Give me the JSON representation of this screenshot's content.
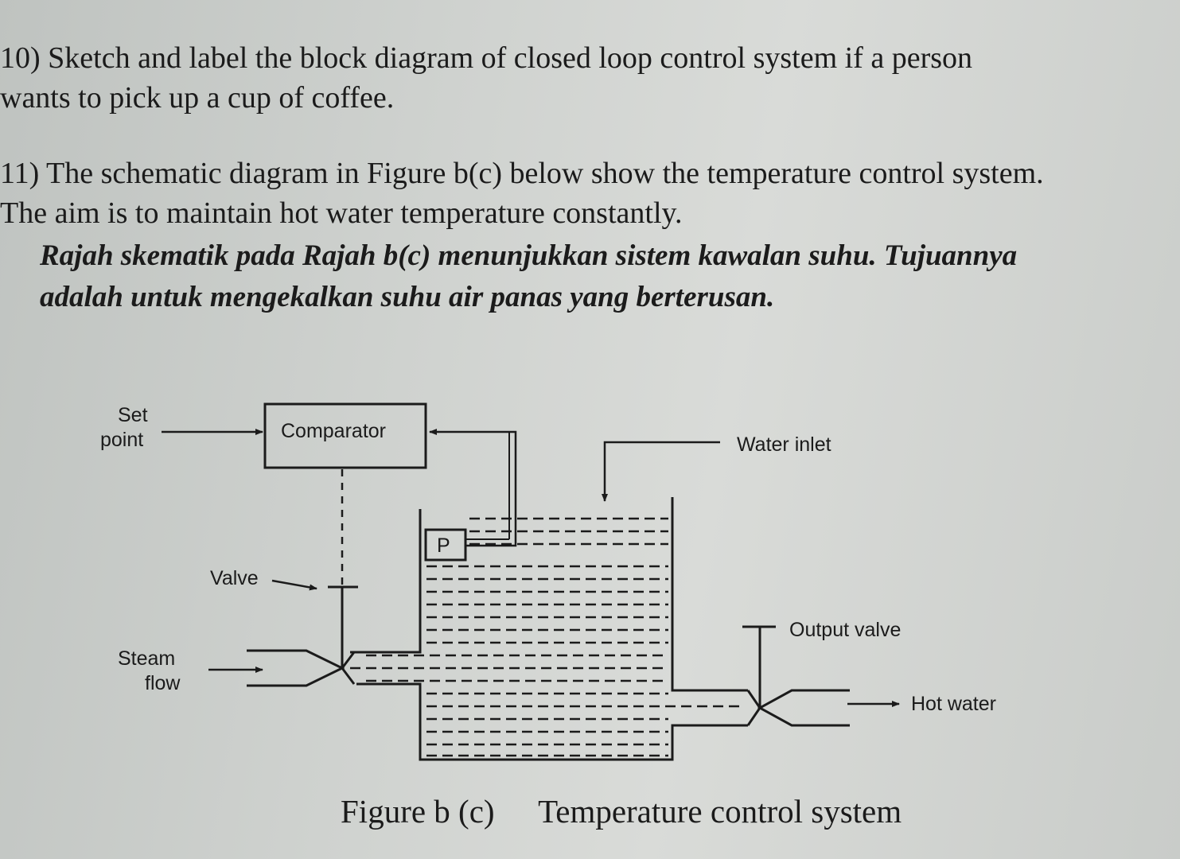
{
  "question10": {
    "line1": "10) Sketch and label the block diagram of closed loop control system if a person",
    "line2": "wants to pick up a cup of coffee."
  },
  "question11": {
    "line1": "11) The schematic diagram in Figure b(c) below show the temperature control system.",
    "line2": "The aim is to maintain hot water temperature constantly.",
    "malay_line1": "Rajah skematik pada Rajah b(c) menunjukkan sistem kawalan suhu. Tujuannya",
    "malay_line2": "adalah untuk mengekalkan suhu air panas yang berterusan."
  },
  "diagram": {
    "set_point_1": "Set",
    "set_point_2": "point",
    "comparator": "Comparator",
    "water_inlet": "Water inlet",
    "p_sensor": "P",
    "valve": "Valve",
    "steam_flow_1": "Steam",
    "steam_flow_2": "flow",
    "output_valve": "Output valve",
    "hot_water": "Hot water"
  },
  "figure": {
    "number": "Figure b (c)",
    "title": "Temperature control system"
  }
}
